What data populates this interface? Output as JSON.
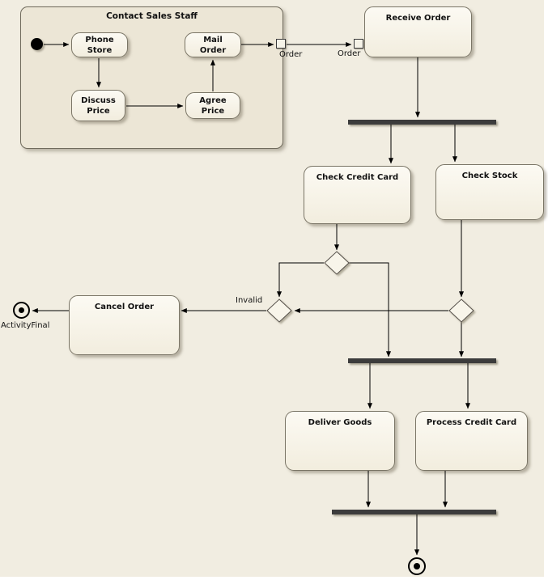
{
  "diagram": {
    "partition_label": "Contact Sales Staff",
    "nodes": {
      "phone_store": "Phone Store",
      "discuss_price": "Discuss Price",
      "agree_price": "Agree Price",
      "mail_order": "Mail Order",
      "receive_order": "Receive Order",
      "check_credit_card": "Check Credit Card",
      "check_stock": "Check Stock",
      "cancel_order": "Cancel Order",
      "deliver_goods": "Deliver Goods",
      "process_credit_card": "Process Credit Card"
    },
    "labels": {
      "order_source_pin": "Order",
      "order_target_pin": "Order",
      "invalid_guard": "Invalid",
      "activity_final": "ActivityFinal"
    },
    "colors": {
      "canvas_background": "#f1ede1",
      "partition_fill": "#ece6d6",
      "node_fill": "#f7f3e7",
      "bar_color": "#3c3c3c",
      "connector_color": "#000000"
    }
  }
}
